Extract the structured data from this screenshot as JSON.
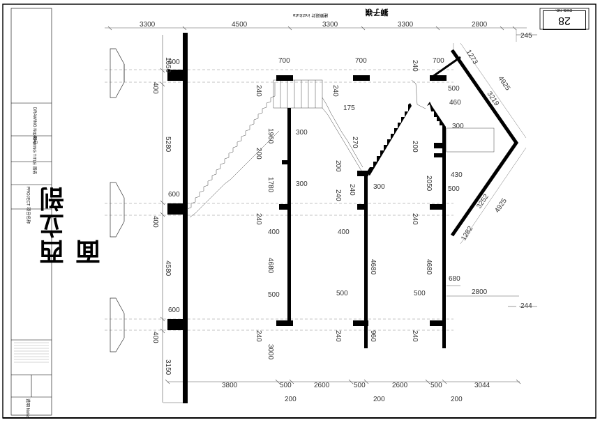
{
  "sheet": {
    "drawing_title": "西立剖面",
    "sheet_number": "28",
    "title_block_top": "獅子嶺",
    "title_block_top_sub": "建築設計 institute",
    "title_block_small": "DWG. NO.",
    "side_labels": [
      "PROJECT 项目名称",
      "DRAWING TITLE 图名",
      "DRAWING No. 图号",
      "说明 Notes"
    ]
  },
  "dimensions": {
    "top": [
      "3300",
      "4500",
      "3300",
      "3300",
      "2800",
      "245"
    ],
    "bottom": [
      "3800",
      "500",
      "2600",
      "500",
      "2600",
      "500",
      "3044"
    ],
    "bottom_small": [
      "200",
      "200",
      "200"
    ],
    "left_vertical": [
      "1650",
      "400",
      "5280",
      "400",
      "4580",
      "400",
      "3150"
    ],
    "left_small": [
      "600",
      "600",
      "600"
    ],
    "col1": [
      "700",
      "240",
      "1960",
      "200",
      "1780",
      "240",
      "4680",
      "500",
      "240",
      "3000",
      "300",
      "300",
      "400"
    ],
    "col2": [
      "700",
      "240",
      "175",
      "270",
      "200",
      "240",
      "240",
      "300",
      "400",
      "4680",
      "500",
      "240",
      "960"
    ],
    "col3": [
      "700",
      "240",
      "500",
      "460",
      "300",
      "200",
      "2050",
      "430",
      "500",
      "240",
      "4680",
      "680",
      "500",
      "240",
      "2800",
      "244"
    ],
    "roof": [
      "1273",
      "4925",
      "3219",
      "3252",
      "4925",
      "1282"
    ]
  }
}
